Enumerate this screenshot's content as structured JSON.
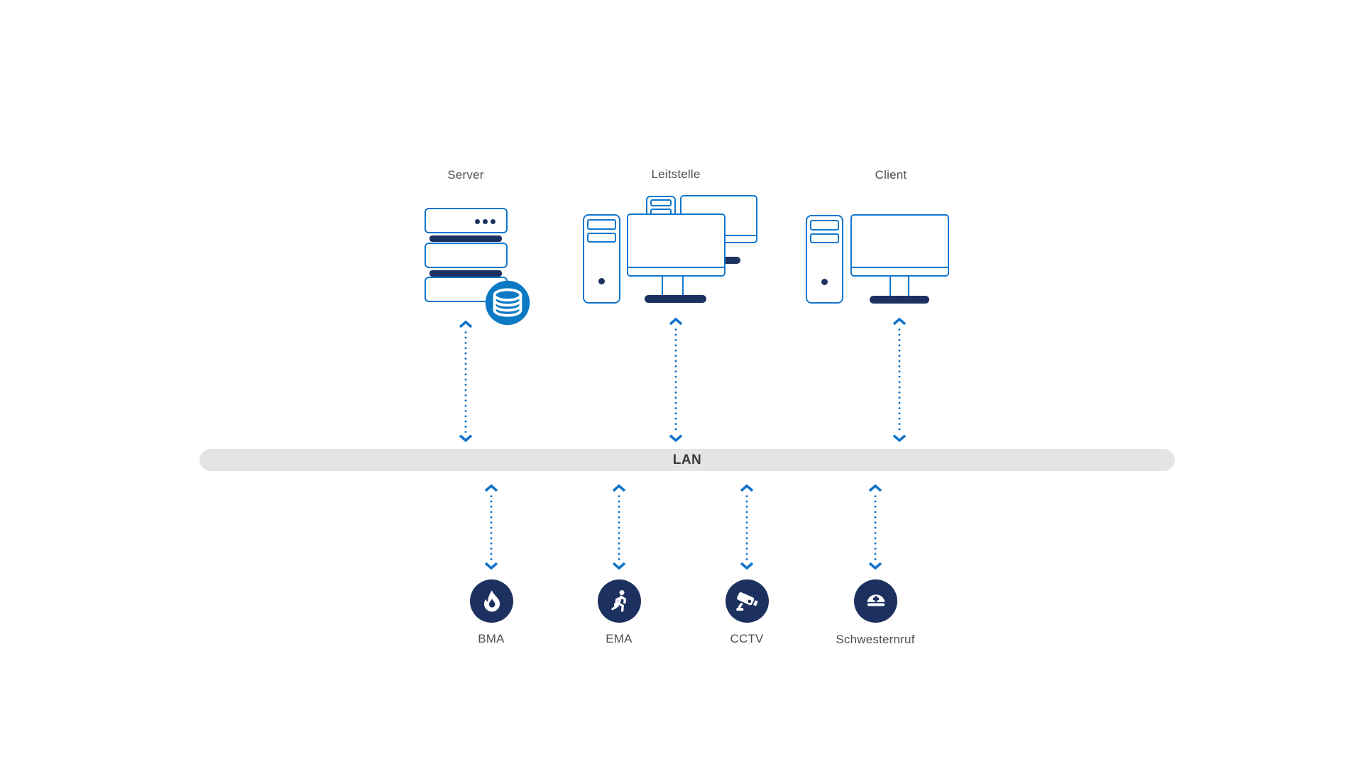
{
  "diagram_title": "",
  "colors": {
    "outline_blue": "#1177cd",
    "navy": "#1d3160",
    "badge_blue": "#0c79c4",
    "arrow_blue": "#1173c9",
    "bus_gray": "#e4e4e4",
    "label_gray": "#4f4f4f",
    "bus_text_gray": "#3b3b3b",
    "background": "#ffffff"
  },
  "top_nodes": [
    {
      "id": "server",
      "label": "Server",
      "icon": "server-stack-icon",
      "badge_icon": "database-icon"
    },
    {
      "id": "leitstelle",
      "label": "Leitstelle",
      "icon": "workstation-dual-monitor-icon"
    },
    {
      "id": "client",
      "label": "Client",
      "icon": "desktop-pc-icon"
    }
  ],
  "bus": {
    "label": "LAN"
  },
  "bottom_nodes": [
    {
      "id": "bma",
      "label": "BMA",
      "icon": "flame-icon"
    },
    {
      "id": "ema",
      "label": "EMA",
      "icon": "running-person-icon"
    },
    {
      "id": "cctv",
      "label": "CCTV",
      "icon": "cctv-camera-icon"
    },
    {
      "id": "schwesternruf",
      "label": "Schwesternruf",
      "icon": "nurse-cap-icon"
    }
  ],
  "connections": [
    {
      "from": "server",
      "to": "LAN",
      "style": "dotted-double-arrow"
    },
    {
      "from": "leitstelle",
      "to": "LAN",
      "style": "dotted-double-arrow"
    },
    {
      "from": "client",
      "to": "LAN",
      "style": "dotted-double-arrow"
    },
    {
      "from": "LAN",
      "to": "bma",
      "style": "dotted-double-arrow"
    },
    {
      "from": "LAN",
      "to": "ema",
      "style": "dotted-double-arrow"
    },
    {
      "from": "LAN",
      "to": "cctv",
      "style": "dotted-double-arrow"
    },
    {
      "from": "LAN",
      "to": "schwesternruf",
      "style": "dotted-double-arrow"
    }
  ]
}
